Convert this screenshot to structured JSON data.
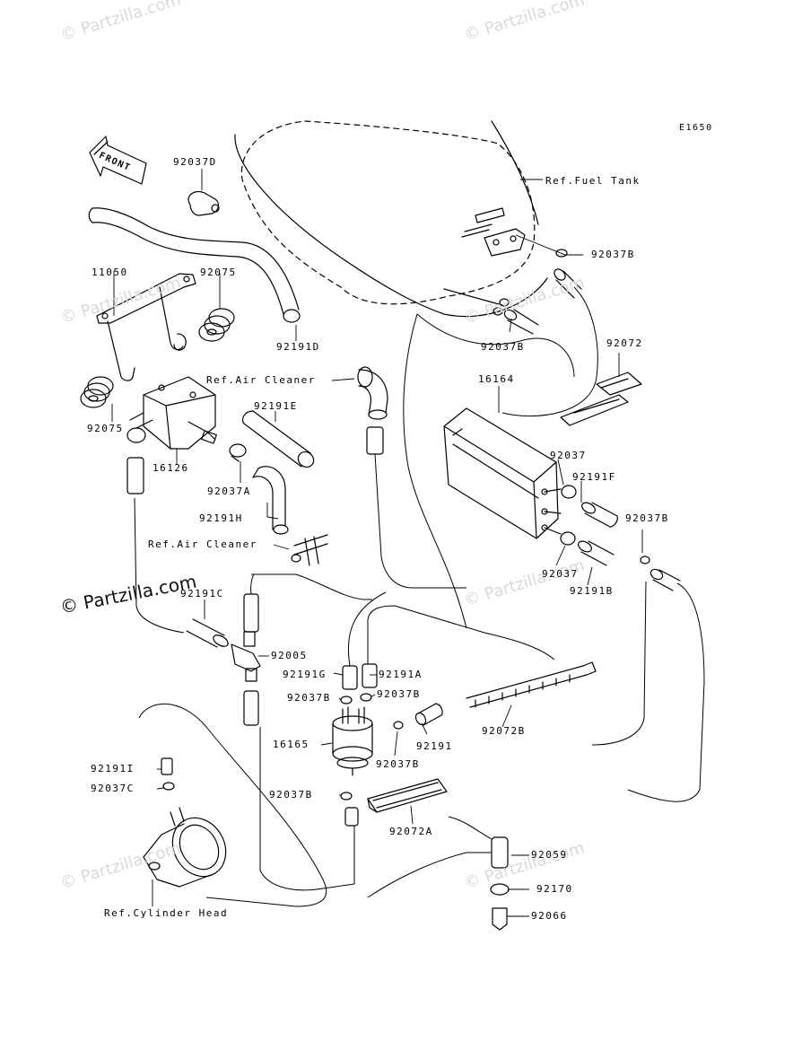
{
  "diagram_code": "E1650",
  "front_label": "FRONT",
  "watermark_text": "© Partzilla.com",
  "callouts": {
    "c92037D": "92037D",
    "c11050": "11050",
    "c92075a": "92075",
    "c92075b": "92075",
    "c92191D": "92191D",
    "c16126": "16126",
    "c92191E": "92191E",
    "c92037A": "92037A",
    "c92191H": "92191H",
    "c92191C": "92191C",
    "c92005": "92005",
    "c92191G": "92191G",
    "c92191A": "92191A",
    "c92037Ba": "92037B",
    "c92037Bb": "92037B",
    "c92037Bc": "92037B",
    "c92037Bd": "92037B",
    "c92037Be": "92037B",
    "c92037Bf": "92037B",
    "c92037Bg": "92037B",
    "c16165": "16165",
    "c92191": "92191",
    "c92191I": "92191I",
    "c92037C": "92037C",
    "c92072A": "92072A",
    "c92072B": "92072B",
    "c92072": "92072",
    "c16164": "16164",
    "c92037a": "92037",
    "c92037b": "92037",
    "c92191F": "92191F",
    "c92191B": "92191B",
    "c92059": "92059",
    "c92170": "92170",
    "c92066": "92066"
  },
  "references": {
    "fuel_tank": "Ref.Fuel Tank",
    "air_cleaner_1": "Ref.Air Cleaner",
    "air_cleaner_2": "Ref.Air Cleaner",
    "cylinder_head": "Ref.Cylinder Head"
  },
  "colors": {
    "line": "#000000",
    "watermark": "#d9d9d9",
    "background": "#ffffff"
  }
}
